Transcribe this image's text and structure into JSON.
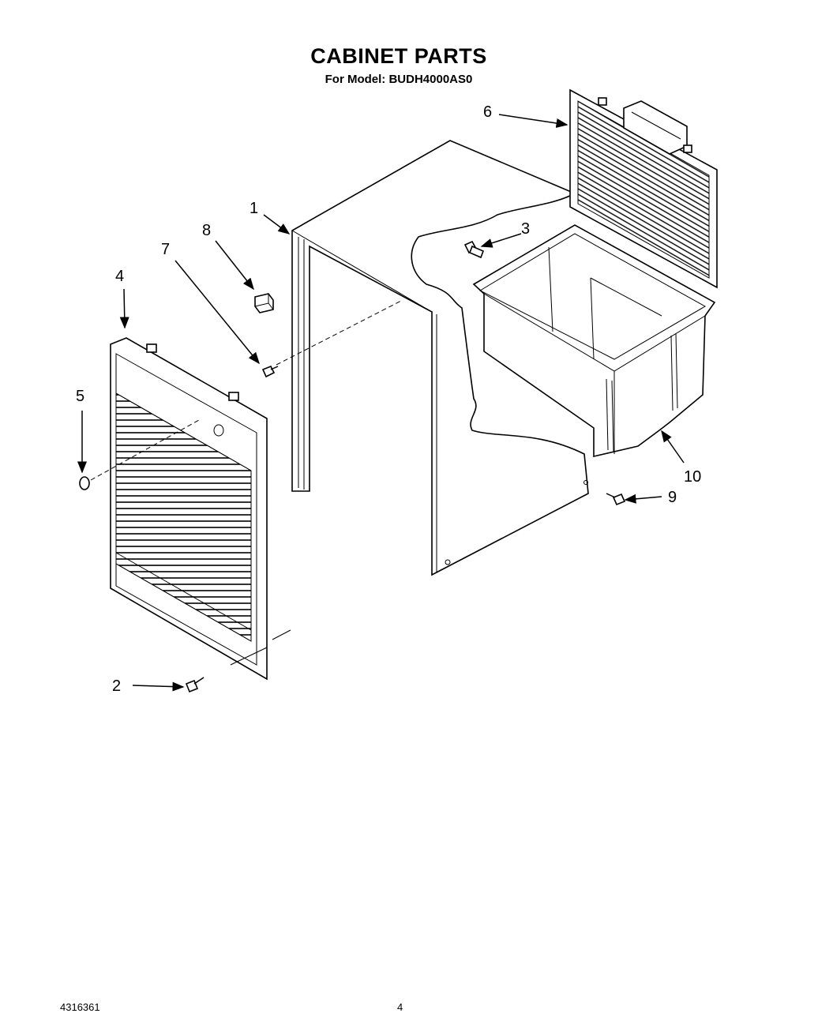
{
  "title": "CABINET PARTS",
  "subtitle": "For Model: BUDH4000AS0",
  "footer": {
    "part_number": "4316361",
    "page_number": "4"
  },
  "callouts": [
    "1",
    "2",
    "3",
    "4",
    "5",
    "6",
    "7",
    "8",
    "9",
    "10"
  ]
}
